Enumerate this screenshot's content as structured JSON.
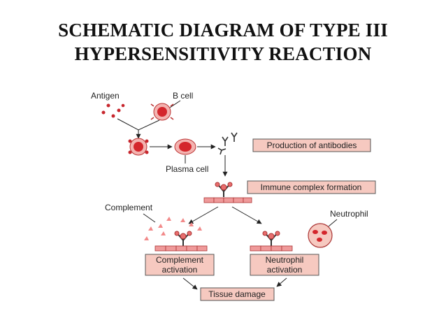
{
  "title": {
    "line1": "SCHEMATIC DIAGRAM OF TYPE III",
    "line2": "HYPERSENSITIVITY REACTION"
  },
  "labels": {
    "antigen": "Antigen",
    "b_cell": "B cell",
    "plasma_cell": "Plasma cell",
    "complement": "Complement",
    "neutrophil": "Neutrophil"
  },
  "boxes": {
    "production": "Production of antibodies",
    "immune_complex": "Immune complex formation",
    "complement_activation_1": "Complement",
    "complement_activation_2": "activation",
    "neutrophil_activation_1": "Neutrophil",
    "neutrophil_activation_2": "activation",
    "tissue_damage": "Tissue damage"
  },
  "colors": {
    "box_fill": "#f6c9c0",
    "box_stroke": "#555555",
    "cell_red": "#d4262c",
    "cell_pink": "#f3b3b0",
    "tissue": "#ef9a9a"
  }
}
